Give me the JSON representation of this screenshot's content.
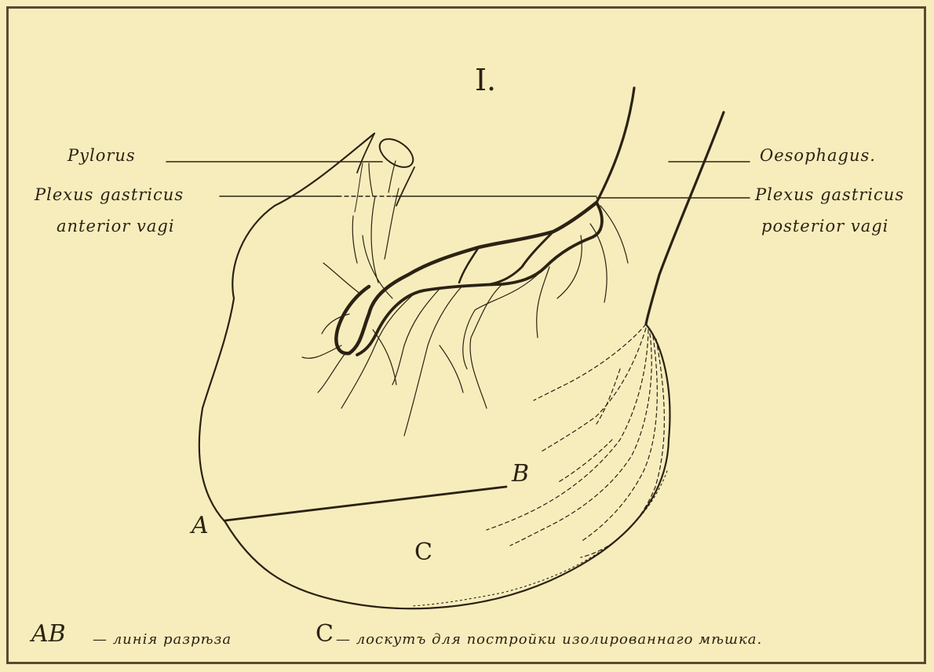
{
  "figure_number": "I.",
  "labels": {
    "pylorus": "Pylorus",
    "plexus_anterior_line1": "Plexus gastricus",
    "plexus_anterior_line2": "anterior vagi",
    "oesophagus": "Oesophagus.",
    "plexus_posterior_line1": "Plexus gastricus",
    "plexus_posterior_line2": "posterior vagi"
  },
  "points": {
    "a": "A",
    "b": "B",
    "c": "C"
  },
  "legend": {
    "ab_key": "AB",
    "ab_text": "— линія разрѣза",
    "c_key": "C",
    "c_text": "— лоскутъ для постройки изолированнаго мѣшка."
  },
  "colors": {
    "paper": "#f7edbc",
    "ink": "#2b2214",
    "frame": "#5a4a30"
  }
}
